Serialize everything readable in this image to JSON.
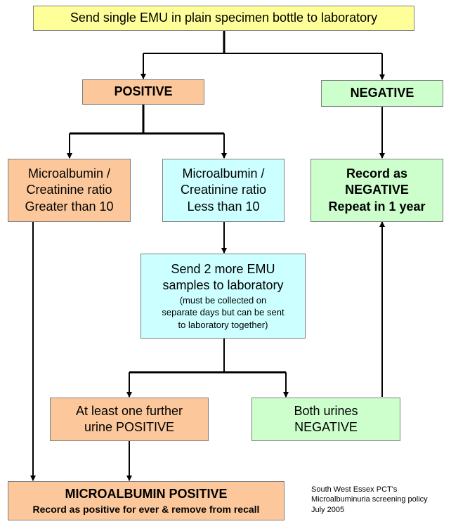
{
  "start": "Send single EMU in plain specimen bottle to laboratory",
  "positive": "POSITIVE",
  "negative": "NEGATIVE",
  "ratio_high": [
    "Microalbumin /",
    "Creatinine ratio",
    "Greater than 10"
  ],
  "ratio_low": [
    "Microalbumin /",
    "Creatinine ratio",
    "Less than 10"
  ],
  "record_negative": [
    "Record as",
    "NEGATIVE",
    "Repeat in 1 year"
  ],
  "send_more": {
    "title": [
      "Send 2 more EMU",
      "samples to laboratory"
    ],
    "note": [
      "(must be collected on",
      "separate days but can be sent",
      "to laboratory together)"
    ]
  },
  "further_positive": [
    "At least one further",
    "urine POSITIVE"
  ],
  "both_negative": [
    "Both urines",
    "NEGATIVE"
  ],
  "final": {
    "title": "MICROALBUMIN POSITIVE",
    "subtitle": "Record as positive for ever & remove from recall"
  },
  "footnote": [
    "South West Essex PCT's",
    "Microalbuminuria screening policy",
    "July 2005"
  ],
  "colors": {
    "yellow": "#ffff99",
    "orange": "#fcc89b",
    "green": "#ccffcc",
    "cyan": "#ccffff"
  }
}
